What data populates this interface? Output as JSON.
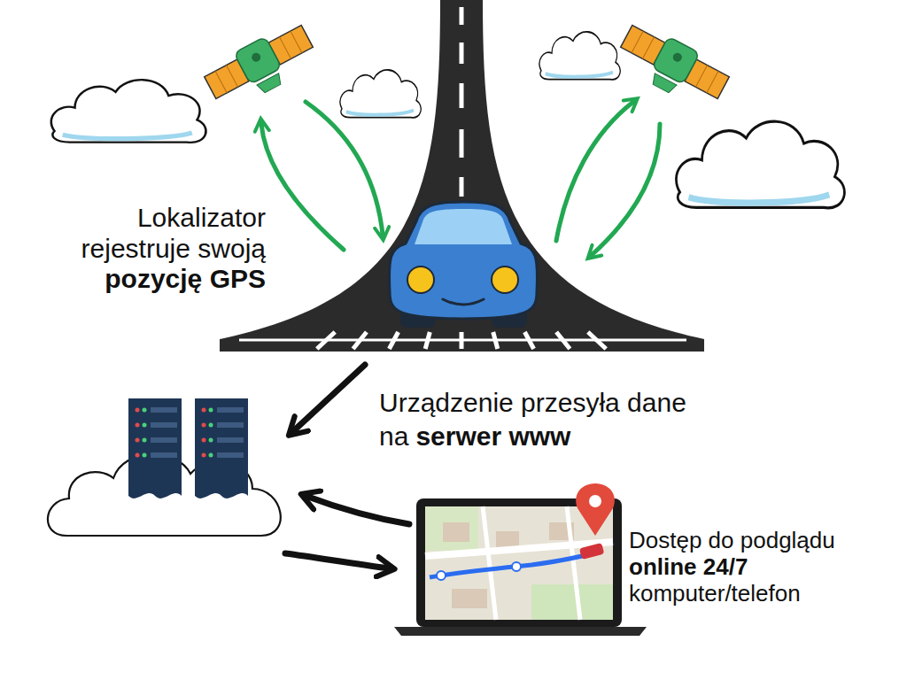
{
  "diagram": {
    "labels": [
      "Lokalizator rejestruje swoją",
      "pozycję GPS",
      "Urządzenie przesyła dane",
      "na",
      "serwer www",
      "Dostęp do podglądu",
      "online 24/7",
      "komputer/telefon"
    ]
  }
}
